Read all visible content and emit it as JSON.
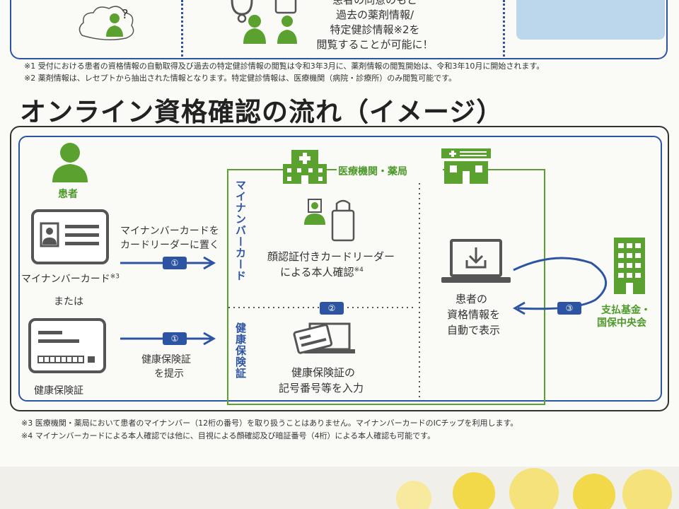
{
  "top": {
    "lines": [
      "患者の同意のもと",
      "過去の薬剤情報/",
      "特定健診情報※2を",
      "閲覧することが可能に！"
    ],
    "question_mark": "?"
  },
  "notes_top": [
    "※1 受付における患者の資格情報の自動取得及び過去の特定健診情報の閲覧は令和3年3月に、薬剤情報の閲覧開始は、令和3年10月に開始されます。",
    "※2 薬剤情報は、レセプトから抽出された情報となります。特定健診情報は、医療機関（病院・診療所）のみ閲覧可能です。"
  ],
  "title": "オンライン資格確認の流れ（イメージ）",
  "diagram": {
    "patient_label": "患者",
    "mynumber_card_label": "マイナンバーカード",
    "mynumber_card_sup": "※3",
    "or_label": "または",
    "health_card_label": "健康保険証",
    "step1a_lines": [
      "マイナンバーカードを",
      "カードリーダーに置く"
    ],
    "step1b_lines": [
      "健康保険証",
      "を提示"
    ],
    "step1": "①",
    "step2": "②",
    "step3": "③",
    "facility_label": "医療機関・薬局",
    "mynumber_vertical": "マイナンバーカード",
    "insurance_vertical": "健康保険証",
    "face_reader_lines": [
      "顔認証付きカードリーダー",
      "による本人確認"
    ],
    "face_reader_sup": "※4",
    "input_lines": [
      "健康保険証の",
      "記号番号等を入力"
    ],
    "display_lines": [
      "患者の",
      "資格情報を",
      "自動で表示"
    ],
    "fund_lines": [
      "支払基金・",
      "国保中央会"
    ]
  },
  "notes_bottom": [
    "※3 医療機関・薬局において患者のマイナンバー（12桁の番号）を取り扱うことはありません。マイナンバーカードのICチップを利用します。",
    "※4 マイナンバーカードによる本人確認では他に、目視による顔確認及び暗証番号（4桁）による本人確認も可能です。"
  ],
  "colors": {
    "green": "#5aa12f",
    "blue": "#2d54a3",
    "gray": "#555555"
  }
}
